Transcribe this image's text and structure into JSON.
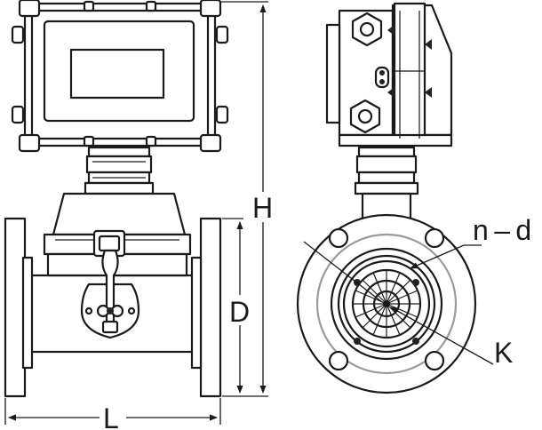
{
  "labels": {
    "height": "H",
    "diameter": "D",
    "length": "L",
    "bolt_holes": "n – d",
    "bolt_circle": "K"
  }
}
